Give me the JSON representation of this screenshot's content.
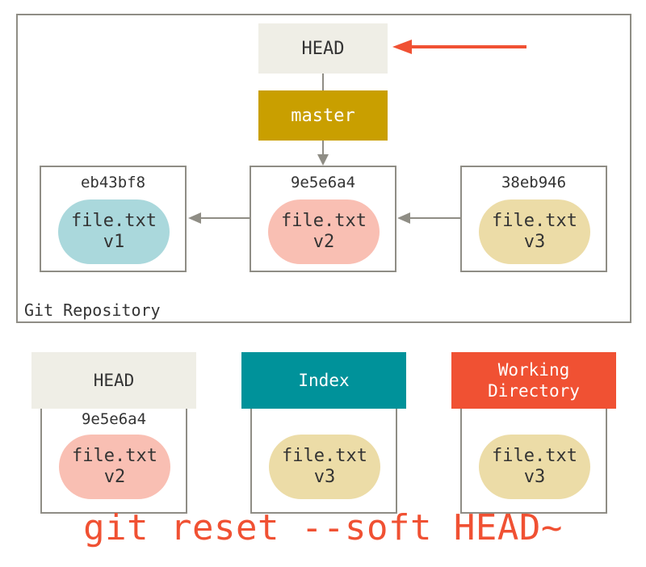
{
  "repository": {
    "label": "Git Repository",
    "head_label": "HEAD",
    "branch_label": "master",
    "commits": [
      {
        "hash": "eb43bf8",
        "file": "file.txt",
        "version": "v1",
        "color": "#aad8dc"
      },
      {
        "hash": "9e5e6a4",
        "file": "file.txt",
        "version": "v2",
        "color": "#f9bfb3"
      },
      {
        "hash": "38eb946",
        "file": "file.txt",
        "version": "v3",
        "color": "#ecdca7"
      }
    ]
  },
  "areas": [
    {
      "title": "HEAD",
      "hash": "9e5e6a4",
      "file": "file.txt",
      "version": "v2",
      "header_color": "#efeee6",
      "pill_color": "#f9bfb3"
    },
    {
      "title": "Index",
      "file": "file.txt",
      "version": "v3",
      "header_color": "#00929a",
      "pill_color": "#ecdca7"
    },
    {
      "title_line1": "Working",
      "title_line2": "Directory",
      "file": "file.txt",
      "version": "v3",
      "header_color": "#f05133",
      "pill_color": "#ecdca7"
    }
  ],
  "command": "git reset --soft HEAD~",
  "colors": {
    "accent_red": "#f05133",
    "branch_gold": "#c99f00",
    "border_gray": "#8f8d85"
  },
  "icons": {
    "head_pointer": "red-left-arrow",
    "parent_links": "gray-arrow"
  }
}
